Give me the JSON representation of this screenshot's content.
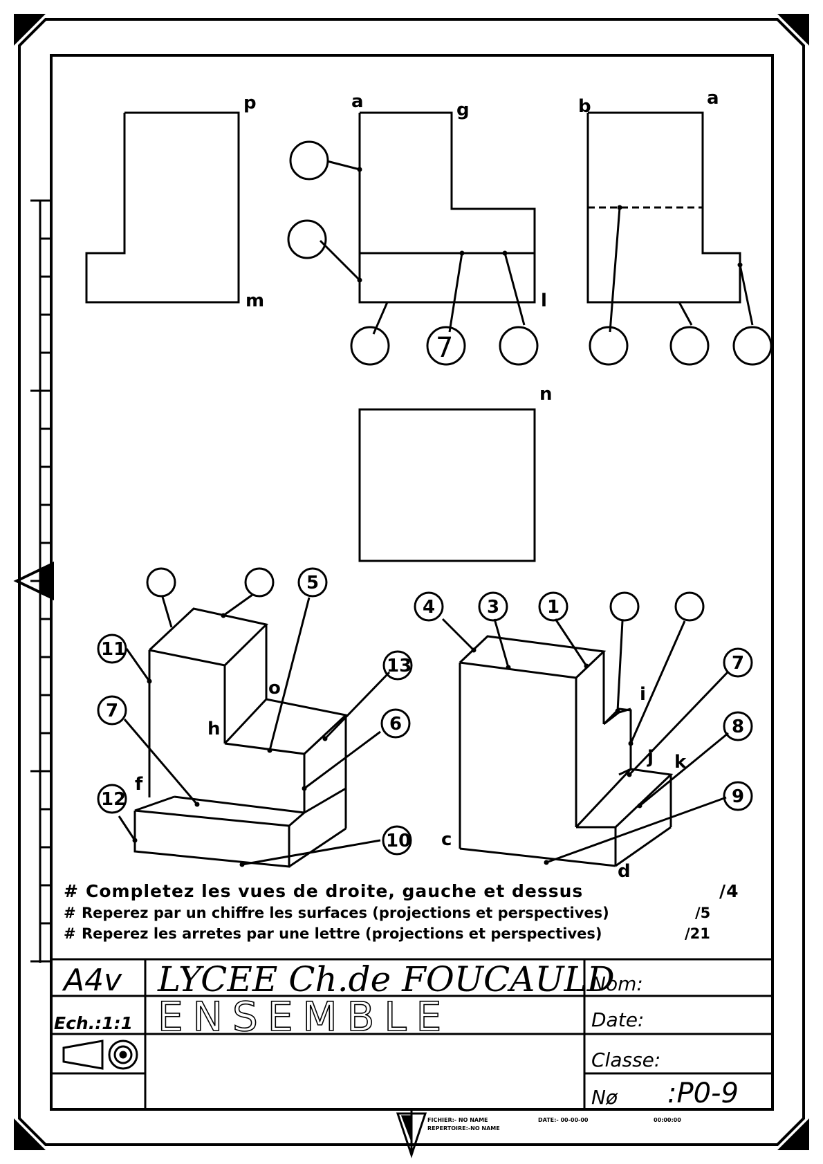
{
  "views": {
    "left_view": {
      "labels": [
        "p",
        "m"
      ]
    },
    "front_view": {
      "labels": [
        "a",
        "g",
        "l"
      ],
      "callouts": [
        "",
        "",
        "",
        "7",
        ""
      ]
    },
    "right_view": {
      "labels": [
        "b",
        "a"
      ],
      "callouts": [
        "",
        "",
        ""
      ]
    },
    "top_view": {
      "labels": [
        "n"
      ]
    }
  },
  "perspective_left": {
    "callouts": [
      "",
      "",
      "5",
      "11",
      "13",
      "7",
      "6",
      "12",
      "10"
    ],
    "labels": [
      "o",
      "h",
      "f"
    ]
  },
  "perspective_right": {
    "callouts": [
      "4",
      "3",
      "1",
      "",
      "",
      "7",
      "8",
      "9"
    ],
    "labels": [
      "i",
      "j",
      "k",
      "c",
      "d"
    ]
  },
  "instructions": [
    {
      "bullet": "#",
      "text": "Completez les vues de droite, gauche et dessus",
      "score": "/4"
    },
    {
      "bullet": "#",
      "text": "Reperez par un chiffre les surfaces (projections et perspectives)",
      "score": "/5"
    },
    {
      "bullet": "#",
      "text": "Reperez les arretes par une lettre (projections et perspectives)",
      "score": "/21"
    }
  ],
  "title_block": {
    "format": "A4v",
    "school": "LYCEE Ch.de FOUCAULD",
    "scale": "Ech.:1:1",
    "title": "ENSEMBLE",
    "nom_label": "Nom:",
    "date_label": "Date:",
    "classe_label": "Classe:",
    "number_label": "Nø",
    "number_value": ":P0-9"
  },
  "footer": {
    "fichier": "FICHIER:-  NO NAME",
    "repertoire": "REPERTOIRE:-NO NAME",
    "date": "DATE:-   00-00-00",
    "time": "00:00:00"
  }
}
